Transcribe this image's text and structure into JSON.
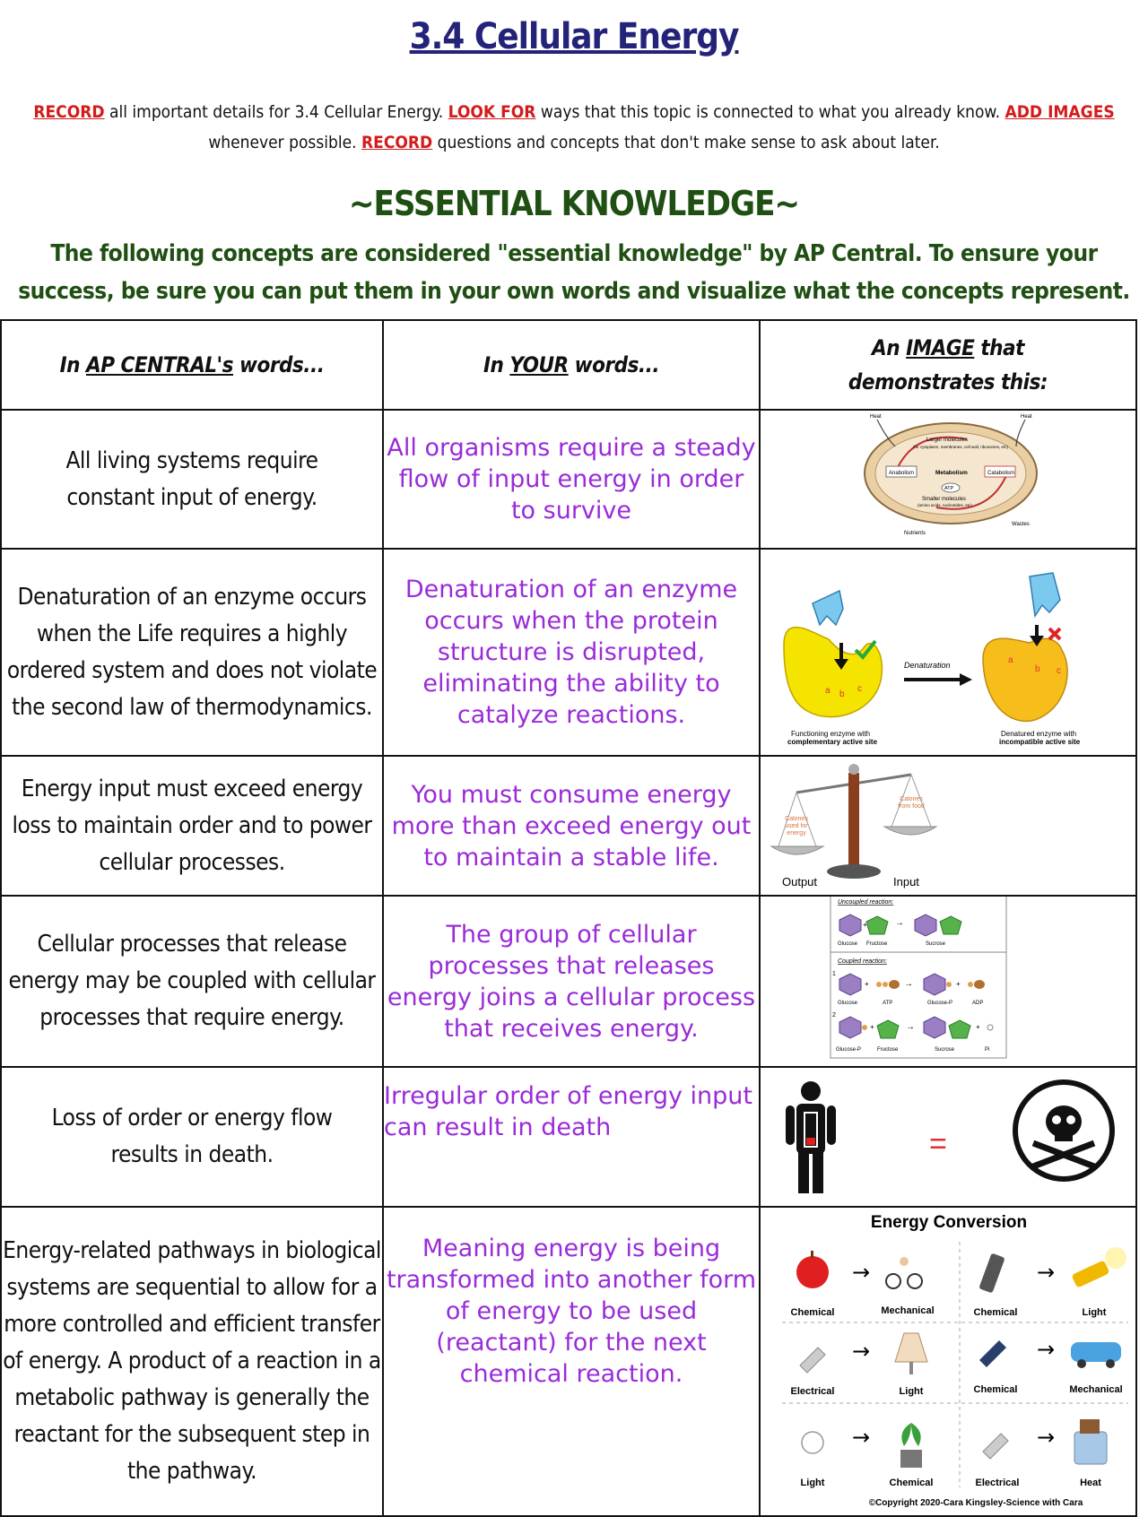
{
  "title": "3.4 Cellular Energy",
  "intro": {
    "record1": "RECORD",
    "t1": " all important details for 3.4 Cellular Energy. ",
    "lookfor": "LOOK FOR",
    "t2": " ways that this topic is connected to what you already know. ",
    "addimages": "ADD IMAGES",
    "t3": " whenever possible. ",
    "record2": "RECORD",
    "t4": " questions and concepts that don't make sense to ask about later."
  },
  "essential": {
    "title": "~ESSENTIAL KNOWLEDGE~",
    "subtitle": "The following concepts are considered \"essential knowledge\" by AP Central. To ensure your success, be sure you can put them in your own words and visualize what the concepts represent."
  },
  "headers": {
    "col1_pre": "In ",
    "col1_u": "AP CENTRAL's",
    "col1_post": " words...",
    "col2_pre": "In ",
    "col2_u": "YOUR",
    "col2_post": " words...",
    "col3_pre": "An ",
    "col3_u": "IMAGE",
    "col3_post": " that demonstrates this:"
  },
  "rows": [
    {
      "ap": "All living systems require constant input of energy.",
      "yours": "All organisms require a steady flow of input energy in order to survive"
    },
    {
      "ap": "Denaturation of an enzyme occurs when the Life requires a highly ordered system and does not violate the second law of thermodynamics.",
      "yours": "Denaturation of an enzyme occurs when the protein structure is disrupted, eliminating the ability to catalyze reactions."
    },
    {
      "ap": "Energy input must exceed energy loss to maintain order and to power cellular processes.",
      "yours": "You must consume energy more than exceed energy out to maintain a stable life."
    },
    {
      "ap": "Cellular processes that release energy may be coupled with cellular processes that require energy.",
      "yours": "The group of cellular processes that releases energy joins a cellular process that receives energy."
    },
    {
      "ap": "Loss of order or energy flow results in death.",
      "yours": "Irregular order of energy input can result in death"
    },
    {
      "ap": "Energy-related pathways in biological systems are sequential to allow for a more controlled and efficient transfer of energy. A product of a reaction in a metabolic pathway is generally the reactant for the subsequent step in the pathway.",
      "yours": "Meaning energy is being transformed into another form of energy to be used (reactant) for the next chemical reaction."
    }
  ],
  "img1": {
    "heat_l": "Heat",
    "heat_r": "Heat",
    "large": "Larger molecules",
    "large2": "(for cytoplasm, membranes, cell wall, ribosomes, etc)",
    "anabolism": "Anabolism",
    "metabolism": "Metabolism",
    "catabolism": "Catabolism",
    "atp": "ATP",
    "small": "Smaller molecules",
    "small2": "(amino acids, nucleotides, etc)",
    "nutrients": "Nutrients",
    "wastes": "Wastes"
  },
  "img2": {
    "a": "a",
    "b": "b",
    "c": "c",
    "arrow": "Denaturation",
    "cap_l1": "Functioning enzyme with",
    "cap_l2": "complementary active site",
    "cap_r1": "Denatured enzyme with",
    "cap_r2": "incompatible active site"
  },
  "img3": {
    "left_pan": "Calories used for energy",
    "right_pan": "Calories from food",
    "output": "Output",
    "input": "Input"
  },
  "img4": {
    "uncoupled": "Uncoupled reaction:",
    "glucose": "Glucose",
    "fructose": "Fructose",
    "sucrose": "Sucrose",
    "coupled": "Coupled reaction:",
    "atp": "ATP",
    "glucose_p": "Glucose-P",
    "adp": "ADP",
    "pi": "Pi",
    "plus": "+",
    "arrow": "→",
    "n1": "1",
    "n2": "2"
  },
  "img5": {
    "equals": "="
  },
  "img6": {
    "title": "Energy Conversion",
    "pairs": [
      {
        "from": "Chemical",
        "to": "Mechanical"
      },
      {
        "from": "Chemical",
        "to": "Light"
      },
      {
        "from": "Electrical",
        "to": "Light"
      },
      {
        "from": "Chemical",
        "to": "Mechanical"
      },
      {
        "from": "Light",
        "to": "Chemical"
      },
      {
        "from": "Electrical",
        "to": "Heat"
      }
    ],
    "arrow": "→",
    "copyright": "©Copyright 2020-Cara Kingsley-Science with Cara"
  },
  "colors": {
    "title": "#23237a",
    "red": "#d41b1b",
    "green": "#1f4f12",
    "purple": "#9a2bd8"
  }
}
